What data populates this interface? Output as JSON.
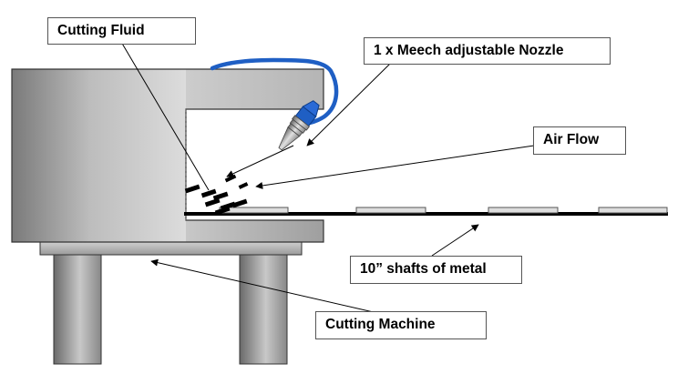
{
  "labels": {
    "cutting_fluid": "Cutting Fluid",
    "nozzle": "1 x Meech adjustable Nozzle",
    "air_flow": "Air Flow",
    "shafts": "10” shafts of metal",
    "machine": "Cutting Machine"
  },
  "colors": {
    "hose": "#1f5fc4",
    "machine_dark": "#6e6e6e",
    "machine_light": "#d2d2d2",
    "outline": "#333333"
  }
}
